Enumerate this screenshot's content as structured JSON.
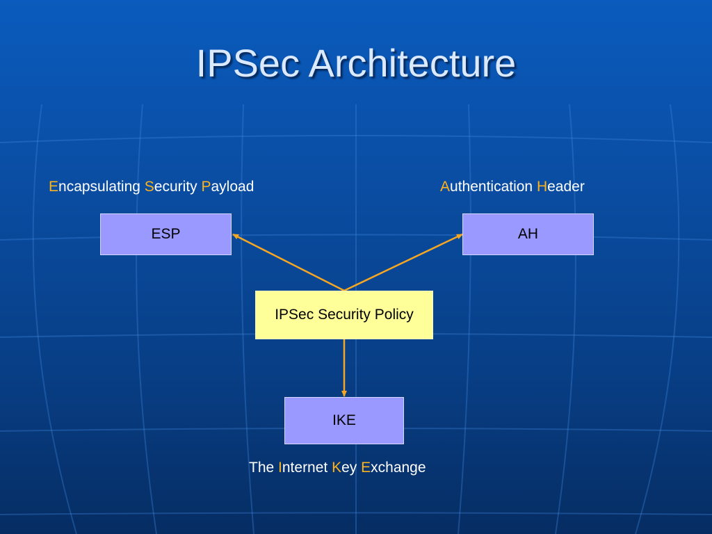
{
  "slide": {
    "title": "IPSec Architecture"
  },
  "captions": {
    "esp": [
      {
        "text": "E",
        "accent": true
      },
      {
        "text": "ncapsulating ",
        "accent": false
      },
      {
        "text": "S",
        "accent": true
      },
      {
        "text": "ecurity ",
        "accent": false
      },
      {
        "text": "P",
        "accent": true
      },
      {
        "text": "ayload",
        "accent": false
      }
    ],
    "ah": [
      {
        "text": "A",
        "accent": true
      },
      {
        "text": "uthentication ",
        "accent": false
      },
      {
        "text": "H",
        "accent": true
      },
      {
        "text": "eader",
        "accent": false
      }
    ],
    "ike": [
      {
        "text": "The ",
        "accent": false
      },
      {
        "text": "I",
        "accent": true
      },
      {
        "text": "nternet ",
        "accent": false
      },
      {
        "text": "K",
        "accent": true
      },
      {
        "text": "ey ",
        "accent": false
      },
      {
        "text": "E",
        "accent": true
      },
      {
        "text": "xchange",
        "accent": false
      }
    ]
  },
  "nodes": {
    "esp": "ESP",
    "ah": "AH",
    "policy": "IPSec Security Policy",
    "ike": "IKE"
  },
  "edges": [
    {
      "from": "policy",
      "to": "esp"
    },
    {
      "from": "policy",
      "to": "ah"
    },
    {
      "from": "policy",
      "to": "ike"
    }
  ],
  "colors": {
    "background": "#0a4fa6",
    "title": "#dbe9ff",
    "accent_letter": "#ffb31a",
    "box_purple": "#9999ff",
    "box_yellow": "#ffff99",
    "arrow": "#f5a623"
  }
}
